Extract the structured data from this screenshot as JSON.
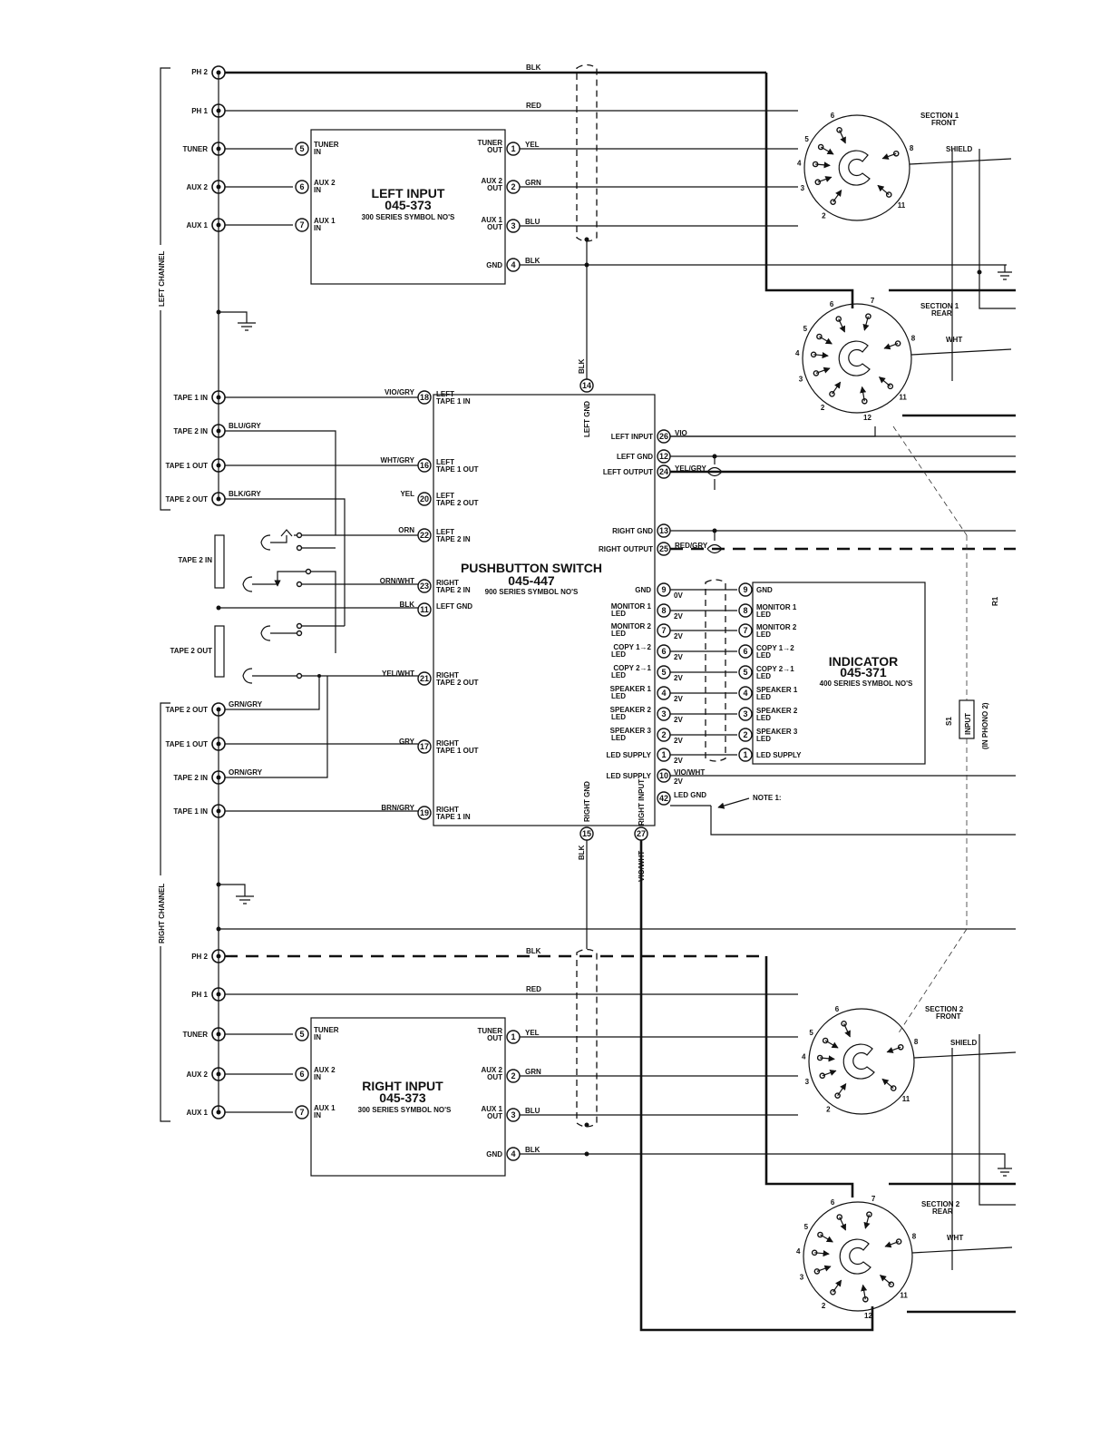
{
  "labels": {
    "left_channel": "LEFT CHANNEL",
    "right_channel": "RIGHT CHANNEL",
    "note": "NOTE 1:",
    "s1": "S1",
    "s1_input": "INPUT",
    "s1_phono": "(IN PHONO 2)",
    "r1": "R1",
    "tape2_in": "TAPE 2 IN",
    "tape2_out": "TAPE 2 OUT",
    "left_gnd_vert": "LEFT GND",
    "right_gnd_vert": "RIGHT GND",
    "right_input_vert": "RIGHT INPUT",
    "pin14": "14",
    "pin15": "15",
    "pin27": "27"
  },
  "jacks_left": [
    {
      "label": "PH 2"
    },
    {
      "label": "PH 1"
    },
    {
      "label": "TUNER"
    },
    {
      "label": "AUX 2"
    },
    {
      "label": "AUX 1"
    }
  ],
  "jacks_tape_left": [
    {
      "label": "TAPE 1 IN"
    },
    {
      "label": "TAPE 2 IN"
    },
    {
      "label": "TAPE 1 OUT"
    },
    {
      "label": "TAPE 2 OUT"
    }
  ],
  "jacks_tape_right": [
    {
      "label": "TAPE 2 OUT"
    },
    {
      "label": "TAPE 1 OUT"
    },
    {
      "label": "TAPE 2 IN"
    },
    {
      "label": "TAPE 1 IN"
    }
  ],
  "jacks_right": [
    {
      "label": "PH 2"
    },
    {
      "label": "PH 1"
    },
    {
      "label": "TUNER"
    },
    {
      "label": "AUX 2"
    },
    {
      "label": "AUX 1"
    }
  ],
  "left_input": {
    "title": "LEFT INPUT",
    "part": "045-373",
    "note": "300 SERIES SYMBOL NO'S",
    "in_pins": [
      {
        "num": "5",
        "label": "TUNER",
        "label2": "IN"
      },
      {
        "num": "6",
        "label": "AUX 2",
        "label2": "IN"
      },
      {
        "num": "7",
        "label": "AUX 1",
        "label2": "IN"
      }
    ],
    "out_pins": [
      {
        "num": "1",
        "label": "TUNER",
        "label2": "OUT",
        "wire": "YEL"
      },
      {
        "num": "2",
        "label": "AUX 2",
        "label2": "OUT",
        "wire": "GRN"
      },
      {
        "num": "3",
        "label": "AUX 1",
        "label2": "OUT",
        "wire": "BLU"
      },
      {
        "num": "4",
        "label": "GND",
        "label2": "",
        "wire": "BLK"
      }
    ]
  },
  "right_input": {
    "title": "RIGHT INPUT",
    "part": "045-373",
    "note": "300 SERIES SYMBOL NO'S",
    "in_pins": [
      {
        "num": "5",
        "label": "TUNER",
        "label2": "IN"
      },
      {
        "num": "6",
        "label": "AUX 2",
        "label2": "IN"
      },
      {
        "num": "7",
        "label": "AUX 1",
        "label2": "IN"
      }
    ],
    "out_pins": [
      {
        "num": "1",
        "label": "TUNER",
        "label2": "OUT",
        "wire": "YEL"
      },
      {
        "num": "2",
        "label": "AUX 2",
        "label2": "OUT",
        "wire": "GRN"
      },
      {
        "num": "3",
        "label": "AUX 1",
        "label2": "OUT",
        "wire": "BLU"
      },
      {
        "num": "4",
        "label": "GND",
        "label2": "",
        "wire": "BLK"
      }
    ]
  },
  "left_top_wires": {
    "ph2": "BLK",
    "ph1": "RED"
  },
  "right_top_wires": {
    "ph2": "BLK",
    "ph1": "RED"
  },
  "pushbutton": {
    "title": "PUSHBUTTON SWITCH",
    "part": "045-447",
    "note": "900 SERIES SYMBOL NO'S",
    "left_pins": [
      {
        "num": "18",
        "wire": "VIO/GRY",
        "label": "LEFT",
        "label2": "TAPE 1 IN"
      },
      {
        "num": "16",
        "wire": "WHT/GRY",
        "label": "LEFT",
        "label2": "TAPE 1 OUT"
      },
      {
        "num": "20",
        "wire": "YEL",
        "label": "LEFT",
        "label2": "TAPE 2 OUT"
      },
      {
        "num": "22",
        "wire": "ORN",
        "label": "LEFT",
        "label2": "TAPE 2 IN"
      },
      {
        "num": "23",
        "wire": "ORN/WHT",
        "label": "RIGHT",
        "label2": "TAPE 2 IN"
      },
      {
        "num": "11",
        "wire": "BLK",
        "label": "LEFT GND",
        "label2": ""
      },
      {
        "num": "21",
        "wire": "YEL/WHT",
        "label": "RIGHT",
        "label2": "TAPE 2 OUT"
      },
      {
        "num": "17",
        "wire": "GRY",
        "label": "RIGHT",
        "label2": "TAPE 1 OUT"
      },
      {
        "num": "19",
        "wire": "BRN/GRY",
        "label": "RIGHT",
        "label2": "TAPE 1 IN"
      }
    ],
    "right_pins": [
      {
        "num": "26",
        "label": "LEFT INPUT",
        "wire": "VIO"
      },
      {
        "num": "12",
        "label": "LEFT GND",
        "wire": ""
      },
      {
        "num": "24",
        "label": "LEFT OUTPUT",
        "wire": "YEL/GRY"
      },
      {
        "num": "13",
        "label": "RIGHT GND",
        "wire": ""
      },
      {
        "num": "25",
        "label": "RIGHT OUTPUT",
        "wire": "RED/GRY"
      }
    ],
    "led_pins": [
      {
        "num": "9",
        "label": "GND",
        "label2": "",
        "v": "0V"
      },
      {
        "num": "8",
        "label": "MONITOR 1",
        "label2": "LED",
        "v": "2V"
      },
      {
        "num": "7",
        "label": "MONITOR 2",
        "label2": "LED",
        "v": "2V"
      },
      {
        "num": "6",
        "label": "COPY 1→2",
        "label2": "LED",
        "v": "2V"
      },
      {
        "num": "5",
        "label": "COPY 2→1",
        "label2": "LED",
        "v": "2V"
      },
      {
        "num": "4",
        "label": "SPEAKER 1",
        "label2": "LED",
        "v": "2V"
      },
      {
        "num": "3",
        "label": "SPEAKER 2",
        "label2": "LED",
        "v": "2V"
      },
      {
        "num": "2",
        "label": "SPEAKER 3",
        "label2": "LED",
        "v": "2V"
      },
      {
        "num": "1",
        "label": "LED SUPPLY",
        "label2": "",
        "v": "2V"
      },
      {
        "num": "10",
        "label": "LED SUPPLY",
        "label2": "",
        "v": "2V",
        "wire": "VIO/WHT"
      },
      {
        "num": "42",
        "label": "",
        "label2": "",
        "v": "",
        "wire": "LED GND"
      }
    ]
  },
  "tape_left_wires": [
    "",
    "BLU/GRY",
    "",
    "BLK/GRY"
  ],
  "tape_right_wires": [
    "GRN/GRY",
    "",
    "ORN/GRY",
    ""
  ],
  "vertical_wires": {
    "blk_top": "BLK",
    "blk_bottom": "BLK",
    "vio_wht": "VIO/WHT"
  },
  "indicator": {
    "title": "INDICATOR",
    "part": "045-371",
    "note": "400 SERIES SYMBOL NO'S",
    "pins": [
      {
        "num": "9",
        "label": "GND",
        "label2": ""
      },
      {
        "num": "8",
        "label": "MONITOR 1",
        "label2": "LED"
      },
      {
        "num": "7",
        "label": "MONITOR 2",
        "label2": "LED"
      },
      {
        "num": "6",
        "label": "COPY 1→2",
        "label2": "LED"
      },
      {
        "num": "5",
        "label": "COPY 2→1",
        "label2": "LED"
      },
      {
        "num": "4",
        "label": "SPEAKER 1",
        "label2": "LED"
      },
      {
        "num": "3",
        "label": "SPEAKER 2",
        "label2": "LED"
      },
      {
        "num": "2",
        "label": "SPEAKER 3",
        "label2": "LED"
      },
      {
        "num": "1",
        "label": "LED SUPPLY",
        "label2": ""
      }
    ]
  },
  "sections": [
    {
      "title": "SECTION 1",
      "sub": "FRONT",
      "wire": "SHIELD",
      "pins": [
        "2",
        "3",
        "4",
        "5",
        "6",
        "8",
        "11"
      ]
    },
    {
      "title": "SECTION 1",
      "sub": "REAR",
      "wire": "WHT",
      "pins": [
        "2",
        "3",
        "4",
        "5",
        "6",
        "7",
        "8",
        "11",
        "12"
      ]
    },
    {
      "title": "SECTION 2",
      "sub": "FRONT",
      "wire": "SHIELD",
      "pins": [
        "2",
        "3",
        "4",
        "5",
        "6",
        "8",
        "11"
      ]
    },
    {
      "title": "SECTION 2",
      "sub": "REAR",
      "wire": "WHT",
      "pins": [
        "2",
        "3",
        "4",
        "5",
        "6",
        "7",
        "8",
        "11",
        "12"
      ]
    }
  ]
}
